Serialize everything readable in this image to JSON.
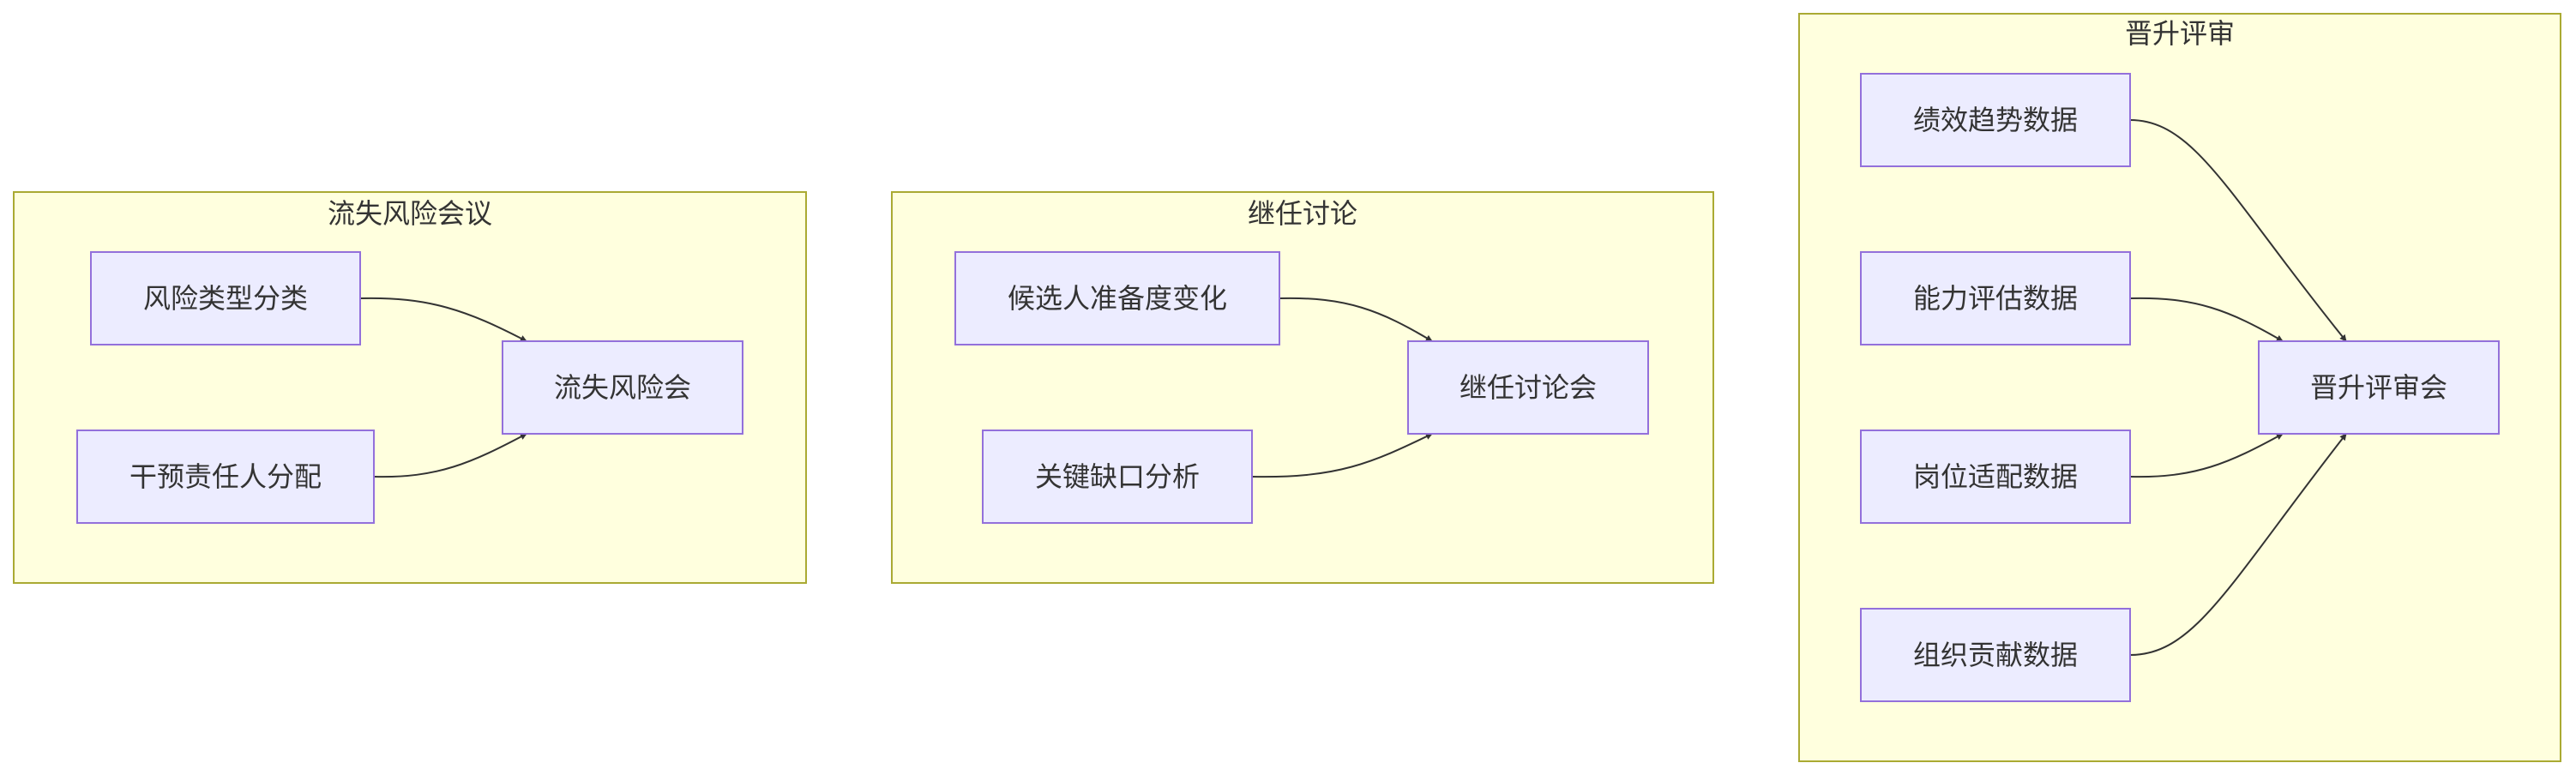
{
  "diagram": {
    "type": "flowchart",
    "colors": {
      "cluster_fill": "#ffffde",
      "cluster_stroke": "#aaaa33",
      "node_fill": "#ececff",
      "node_stroke": "#9370db",
      "edge": "#333333",
      "text": "#333333"
    },
    "clusters": [
      {
        "id": "attrition",
        "title": "流失风险会议",
        "nodes": {
          "risk_type": "风险类型分类",
          "owner": "干预责任人分配",
          "meeting": "流失风险会"
        }
      },
      {
        "id": "succession",
        "title": "继任讨论",
        "nodes": {
          "readiness": "候选人准备度变化",
          "gap": "关键缺口分析",
          "meeting": "继任讨论会"
        }
      },
      {
        "id": "promotion",
        "title": "晋升评审",
        "nodes": {
          "perf": "绩效趋势数据",
          "ability": "能力评估数据",
          "fit": "岗位适配数据",
          "contrib": "组织贡献数据",
          "meeting": "晋升评审会"
        }
      }
    ],
    "edges": [
      {
        "from": "风险类型分类",
        "to": "流失风险会"
      },
      {
        "from": "干预责任人分配",
        "to": "流失风险会"
      },
      {
        "from": "候选人准备度变化",
        "to": "继任讨论会"
      },
      {
        "from": "关键缺口分析",
        "to": "继任讨论会"
      },
      {
        "from": "绩效趋势数据",
        "to": "晋升评审会"
      },
      {
        "from": "能力评估数据",
        "to": "晋升评审会"
      },
      {
        "from": "岗位适配数据",
        "to": "晋升评审会"
      },
      {
        "from": "组织贡献数据",
        "to": "晋升评审会"
      }
    ]
  }
}
